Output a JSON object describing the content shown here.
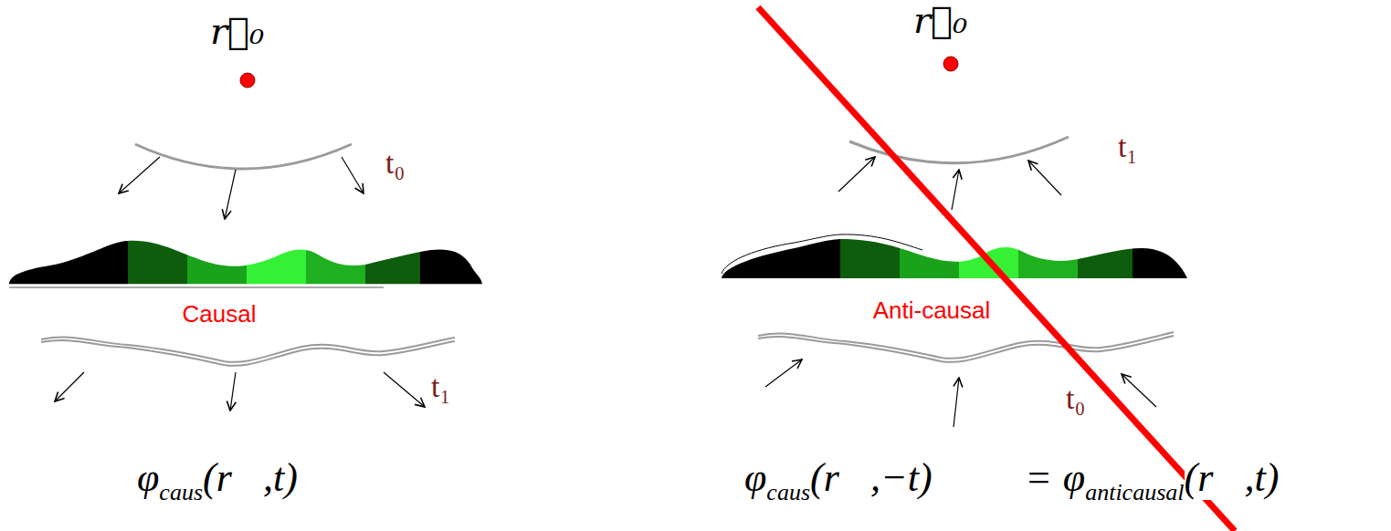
{
  "diagram": {
    "labels": [
      "r⃗₀",
      "t₀",
      "Causal",
      "t₁",
      "φ",
      "caus",
      "(r⃗,t)",
      "r⃗₀",
      "t₁",
      "Anti-causal",
      "t₀",
      "φ",
      "caus",
      "(r⃗,−t)",
      "=",
      "φ",
      "anticausal",
      "(r⃗,t)"
    ]
  }
}
